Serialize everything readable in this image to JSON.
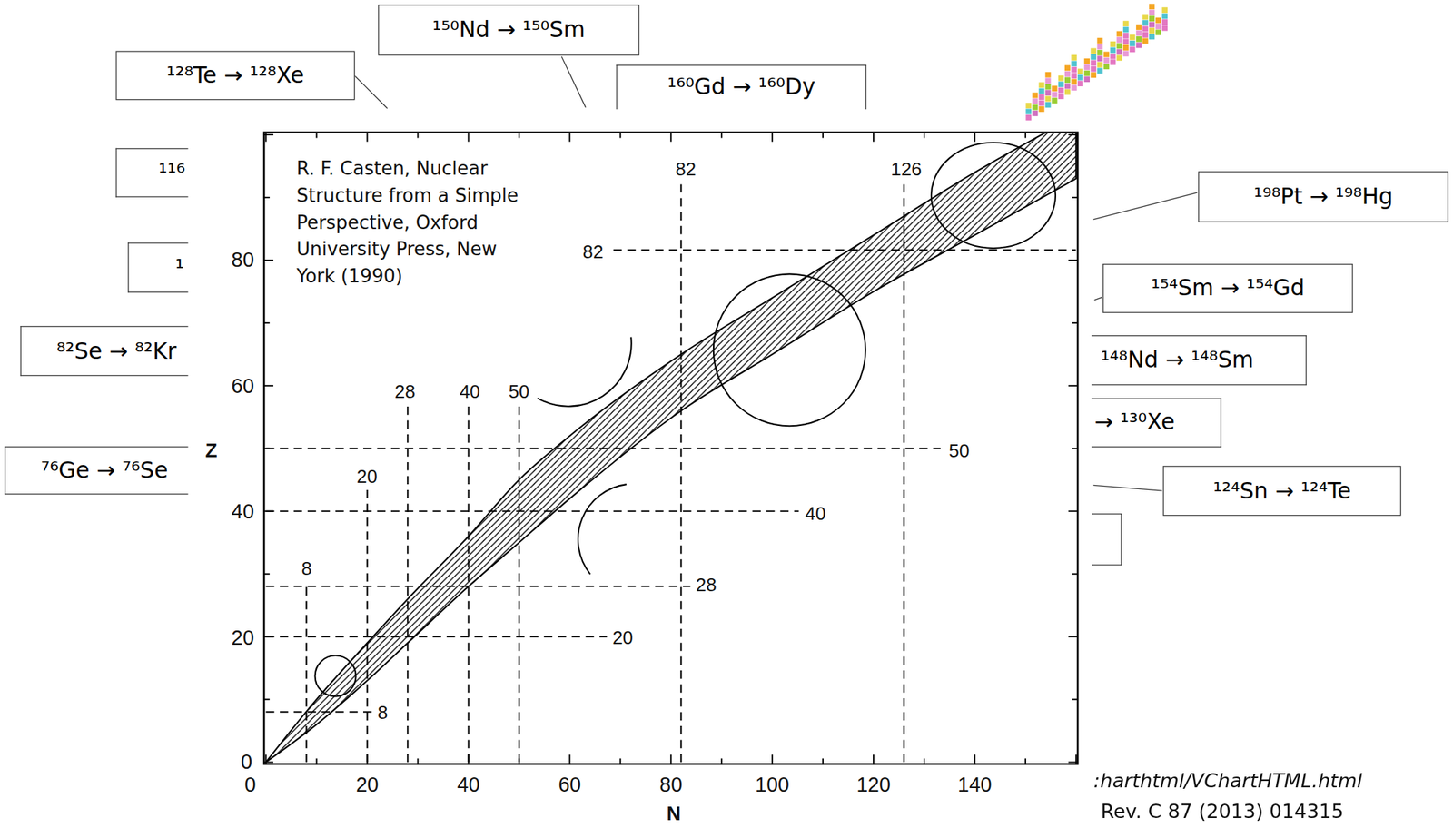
{
  "diagram": {
    "nodes": [
      {
        "text": [
          "¹⁵⁰Nd → ¹⁵⁰Sm"
        ]
      },
      {
        "text": [
          "¹²⁸Te → ¹²⁸Xe"
        ]
      },
      {
        "text": [
          "¹⁶⁰Gd → ¹⁶⁰Dy"
        ]
      },
      {
        "text": [
          "¹¹⁶"
        ]
      },
      {
        "text": [
          "¹"
        ]
      },
      {
        "text": [
          "⁸²Se → ⁸²Kr"
        ]
      },
      {
        "text": [
          "⁷⁶Ge → ⁷⁶Se"
        ]
      },
      {
        "text": [
          "¹⁹⁸Pt → ¹⁹⁸Hg"
        ]
      },
      {
        "text": [
          "¹⁵⁴Sm → ¹⁵⁴Gd"
        ]
      },
      {
        "text": [
          "¹⁴⁸Nd → ¹⁴⁸Sm"
        ]
      },
      {
        "text": [
          "→ ¹³⁰Xe"
        ]
      },
      {
        "text": [
          "¹²⁴Sn → ¹²⁴Te"
        ]
      }
    ],
    "labels": [
      "R. F. Casten, Nuclear Structure from a Simple Perspective, Oxford University Press, New York (1990)",
      "82",
      "126",
      "82",
      "28",
      "40",
      "50",
      "50",
      "20",
      "40",
      "8",
      "28",
      "20",
      "8",
      "80",
      "60",
      "40",
      "20",
      "0",
      "Z",
      "0",
      "20",
      "40",
      "60",
      "80",
      "100",
      "120",
      "140",
      "N",
      ":harthtml/VChartHTML.html",
      "Rev. C 87 (2013) 014315"
    ]
  }
}
